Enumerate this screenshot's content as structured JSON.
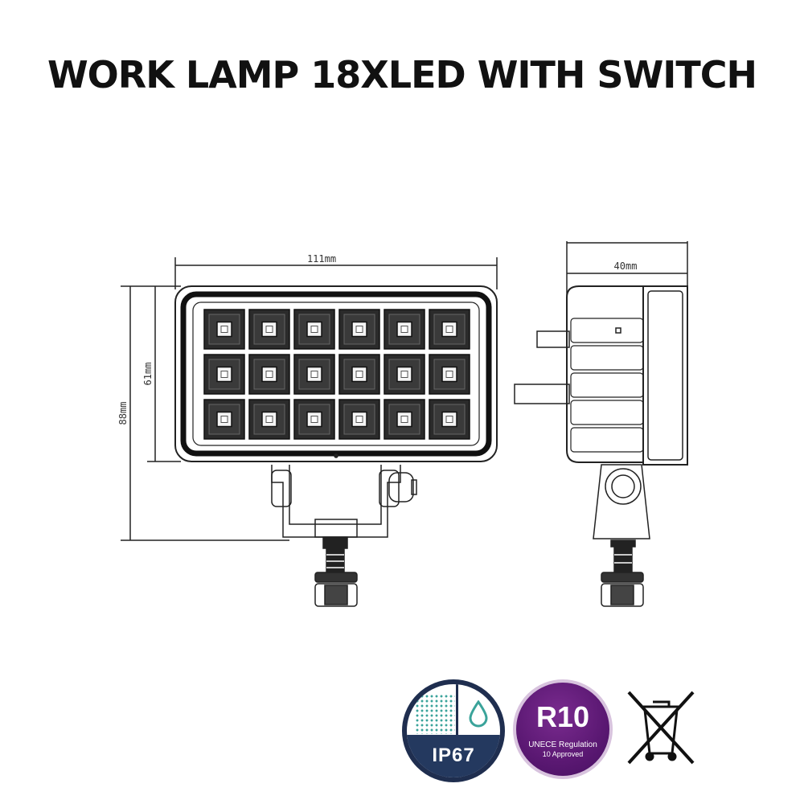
{
  "title": "WORK LAMP 18XLED WITH SWITCH",
  "dimensions": {
    "width": "111mm",
    "height_lens": "61mm",
    "height_total": "88mm",
    "depth": "40mm"
  },
  "led_grid": {
    "rows": 3,
    "cols": 6
  },
  "badges": {
    "ip_rating": "IP67",
    "r10_title": "R10",
    "r10_line1": "UNECE Regulation",
    "r10_line2": "10 Approved"
  },
  "icons": [
    "ip67-badge-icon",
    "r10-badge-icon",
    "weee-crossed-bin-icon"
  ],
  "colors": {
    "ip_navy": "#24395f",
    "ip_teal": "#3aa39a",
    "r10_purple": "#5a1872"
  }
}
